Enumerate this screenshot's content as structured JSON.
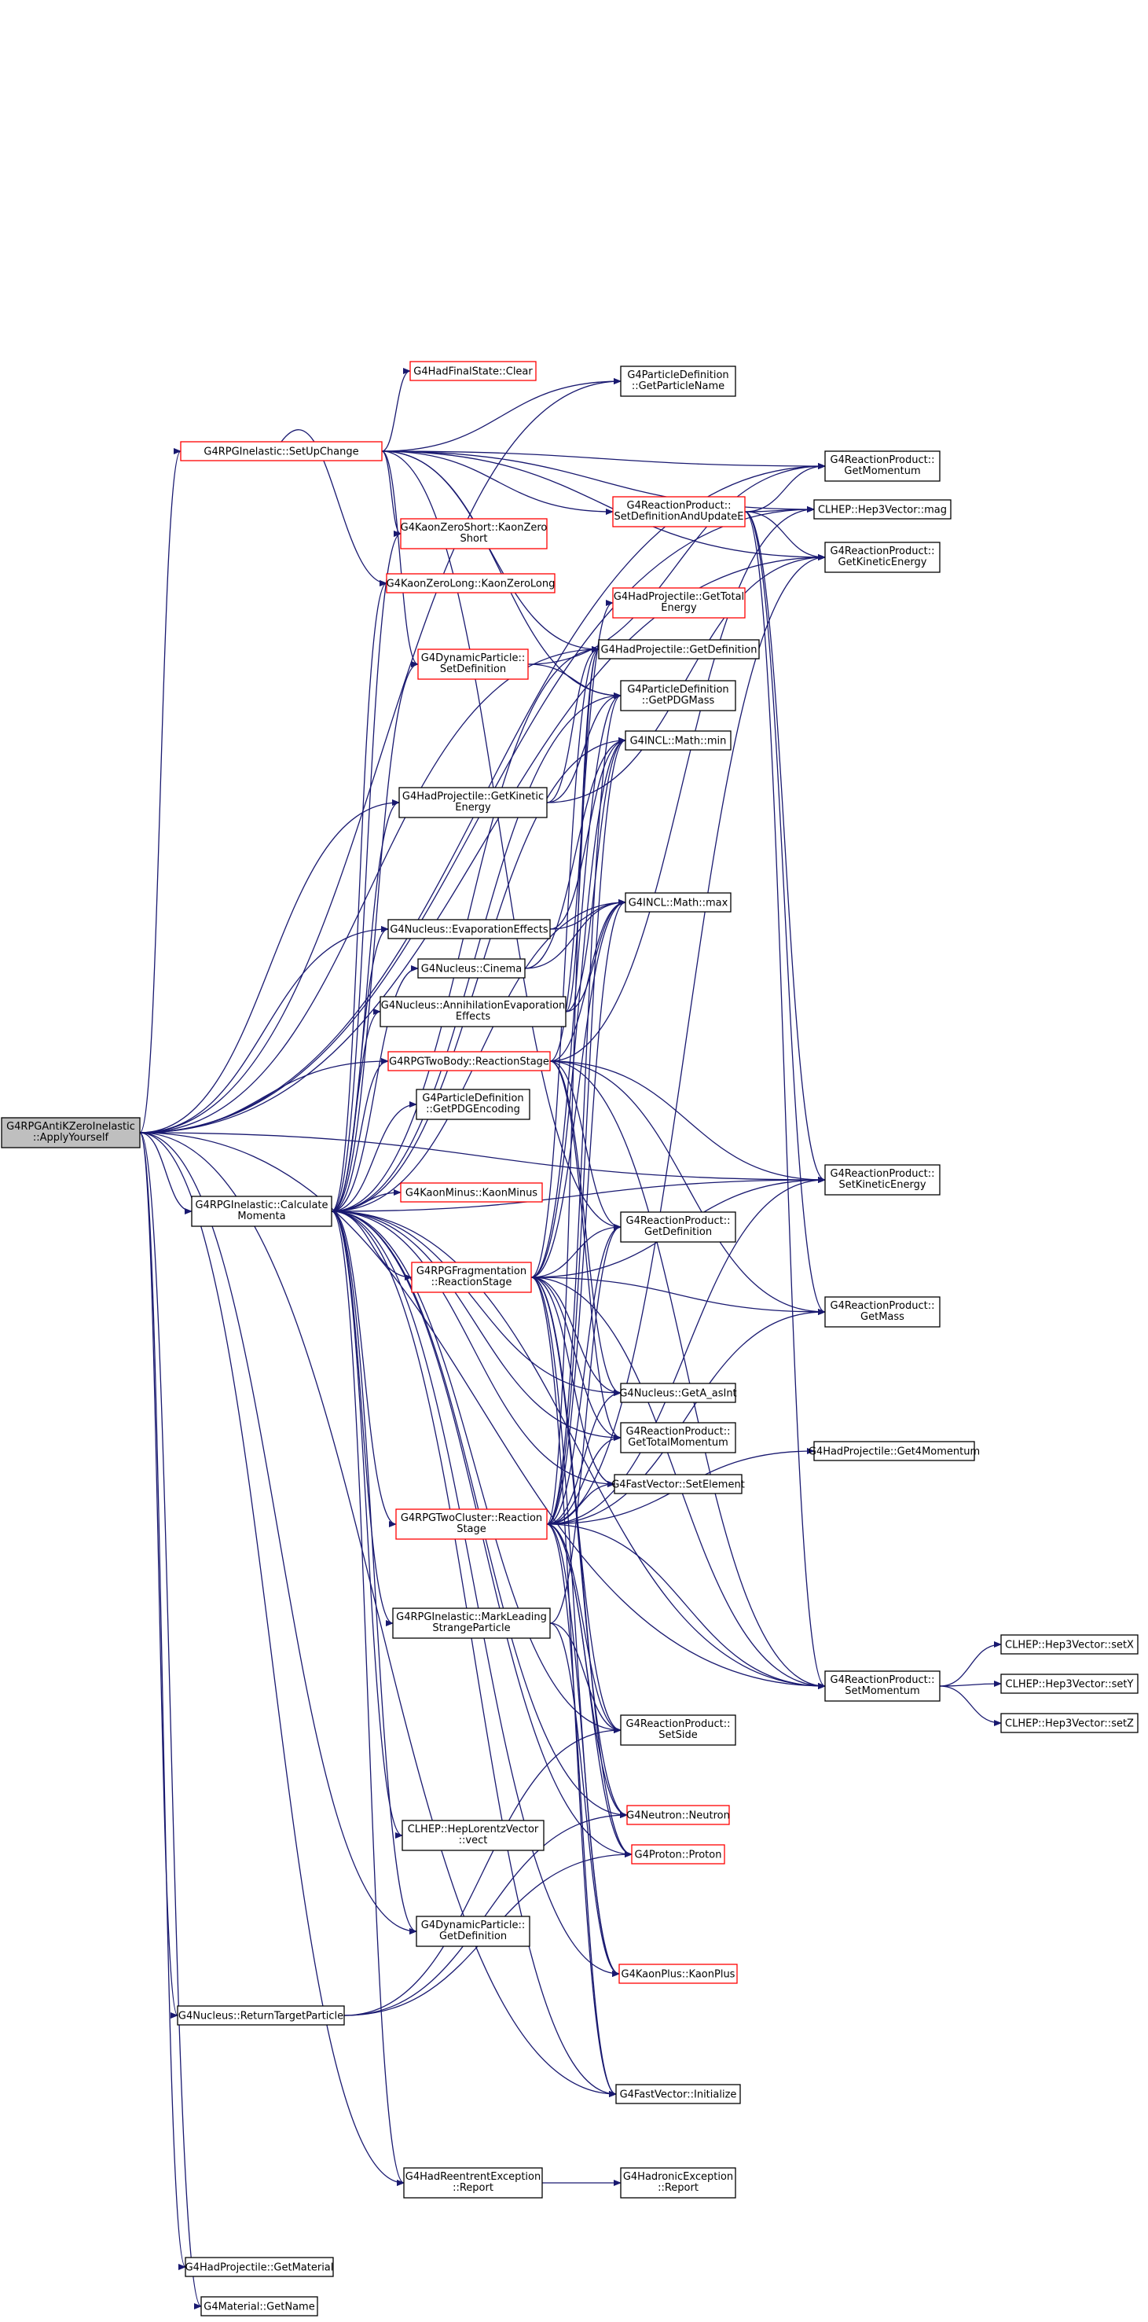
{
  "colors": {
    "edge": "#191970",
    "node_border": "#000000",
    "node_border_undocumented": "#ff0000",
    "root_fill": "#bfbfbf",
    "node_fill": "#ffffff"
  },
  "nodes": [
    {
      "id": "root",
      "lines": [
        "G4RPGAntiKZeroInelastic",
        "::ApplyYourself"
      ],
      "style": "root"
    },
    {
      "id": "calc",
      "lines": [
        "G4RPGInelastic::Calculate",
        "Momenta"
      ],
      "style": "normal"
    },
    {
      "id": "setup",
      "lines": [
        "G4RPGInelastic::SetUpChange"
      ],
      "style": "red"
    },
    {
      "id": "retTarget",
      "lines": [
        "G4Nucleus::ReturnTargetParticle"
      ],
      "style": "normal"
    },
    {
      "id": "hadReport",
      "lines": [
        "G4HadReentrentException",
        "::Report"
      ],
      "style": "normal"
    },
    {
      "id": "getMaterial",
      "lines": [
        "G4HadProjectile::GetMaterial"
      ],
      "style": "normal"
    },
    {
      "id": "matGetName",
      "lines": [
        "G4Material::GetName"
      ],
      "style": "normal"
    },
    {
      "id": "clear",
      "lines": [
        "G4HadFinalState::Clear"
      ],
      "style": "red"
    },
    {
      "id": "k0short",
      "lines": [
        "G4KaonZeroShort::KaonZero",
        "Short"
      ],
      "style": "red"
    },
    {
      "id": "k0long",
      "lines": [
        "G4KaonZeroLong::KaonZeroLong"
      ],
      "style": "red"
    },
    {
      "id": "dynSetDef",
      "lines": [
        "G4DynamicParticle::",
        "SetDefinition"
      ],
      "style": "red"
    },
    {
      "id": "projGetKE",
      "lines": [
        "G4HadProjectile::GetKinetic",
        "Energy"
      ],
      "style": "normal"
    },
    {
      "id": "evapEff",
      "lines": [
        "G4Nucleus::EvaporationEffects"
      ],
      "style": "normal"
    },
    {
      "id": "cinema",
      "lines": [
        "G4Nucleus::Cinema"
      ],
      "style": "normal"
    },
    {
      "id": "annEvap",
      "lines": [
        "G4Nucleus::AnnihilationEvaporation",
        "Effects"
      ],
      "style": "normal"
    },
    {
      "id": "twoBody",
      "lines": [
        "G4RPGTwoBody::ReactionStage"
      ],
      "style": "red"
    },
    {
      "id": "pdgEnc",
      "lines": [
        "G4ParticleDefinition",
        "::GetPDGEncoding"
      ],
      "style": "normal"
    },
    {
      "id": "kminus",
      "lines": [
        "G4KaonMinus::KaonMinus"
      ],
      "style": "red"
    },
    {
      "id": "frag",
      "lines": [
        "G4RPGFragmentation",
        "::ReactionStage"
      ],
      "style": "red"
    },
    {
      "id": "twoCluster",
      "lines": [
        "G4RPGTwoCluster::Reaction",
        "Stage"
      ],
      "style": "red"
    },
    {
      "id": "markLeading",
      "lines": [
        "G4RPGInelastic::MarkLeading",
        "StrangeParticle"
      ],
      "style": "normal"
    },
    {
      "id": "lorentzVect",
      "lines": [
        "CLHEP::HepLorentzVector",
        "::vect"
      ],
      "style": "normal"
    },
    {
      "id": "dynGetDef",
      "lines": [
        "G4DynamicParticle::",
        "GetDefinition"
      ],
      "style": "normal"
    },
    {
      "id": "pdGetName",
      "lines": [
        "G4ParticleDefinition",
        "::GetParticleName"
      ],
      "style": "normal"
    },
    {
      "id": "rpSetDefE",
      "lines": [
        "G4ReactionProduct::",
        "SetDefinitionAndUpdateE"
      ],
      "style": "red"
    },
    {
      "id": "projTotE",
      "lines": [
        "G4HadProjectile::GetTotal",
        "Energy"
      ],
      "style": "red"
    },
    {
      "id": "projGetDef",
      "lines": [
        "G4HadProjectile::GetDefinition"
      ],
      "style": "normal"
    },
    {
      "id": "pdgMass",
      "lines": [
        "G4ParticleDefinition",
        "::GetPDGMass"
      ],
      "style": "normal"
    },
    {
      "id": "mathMin",
      "lines": [
        "G4INCL::Math::min"
      ],
      "style": "normal"
    },
    {
      "id": "mathMax",
      "lines": [
        "G4INCL::Math::max"
      ],
      "style": "normal"
    },
    {
      "id": "rpGetDef",
      "lines": [
        "G4ReactionProduct::",
        "GetDefinition"
      ],
      "style": "normal"
    },
    {
      "id": "getAasInt",
      "lines": [
        "G4Nucleus::GetA_asInt"
      ],
      "style": "normal"
    },
    {
      "id": "rpTotMom",
      "lines": [
        "G4ReactionProduct::",
        "GetTotalMomentum"
      ],
      "style": "normal"
    },
    {
      "id": "fvSetElem",
      "lines": [
        "G4FastVector::SetElement"
      ],
      "style": "normal"
    },
    {
      "id": "rpSetSide",
      "lines": [
        "G4ReactionProduct::",
        "SetSide"
      ],
      "style": "normal"
    },
    {
      "id": "neutron",
      "lines": [
        "G4Neutron::Neutron"
      ],
      "style": "red"
    },
    {
      "id": "proton",
      "lines": [
        "G4Proton::Proton"
      ],
      "style": "red"
    },
    {
      "id": "kplus",
      "lines": [
        "G4KaonPlus::KaonPlus"
      ],
      "style": "red"
    },
    {
      "id": "fvInit",
      "lines": [
        "G4FastVector::Initialize"
      ],
      "style": "normal"
    },
    {
      "id": "hadExcReport",
      "lines": [
        "G4HadronicException",
        "::Report"
      ],
      "style": "normal"
    },
    {
      "id": "rpGetMom",
      "lines": [
        "G4ReactionProduct::",
        "GetMomentum"
      ],
      "style": "normal"
    },
    {
      "id": "vecMag",
      "lines": [
        "CLHEP::Hep3Vector::mag"
      ],
      "style": "normal"
    },
    {
      "id": "rpGetKE",
      "lines": [
        "G4ReactionProduct::",
        "GetKineticEnergy"
      ],
      "style": "normal"
    },
    {
      "id": "rpSetKE",
      "lines": [
        "G4ReactionProduct::",
        "SetKineticEnergy"
      ],
      "style": "normal"
    },
    {
      "id": "rpGetMass",
      "lines": [
        "G4ReactionProduct::",
        "GetMass"
      ],
      "style": "normal"
    },
    {
      "id": "proj4Mom",
      "lines": [
        "G4HadProjectile::Get4Momentum"
      ],
      "style": "normal"
    },
    {
      "id": "rpSetMom",
      "lines": [
        "G4ReactionProduct::",
        "SetMomentum"
      ],
      "style": "normal"
    },
    {
      "id": "setX",
      "lines": [
        "CLHEP::Hep3Vector::setX"
      ],
      "style": "normal"
    },
    {
      "id": "setY",
      "lines": [
        "CLHEP::Hep3Vector::setY"
      ],
      "style": "normal"
    },
    {
      "id": "setZ",
      "lines": [
        "CLHEP::Hep3Vector::setZ"
      ],
      "style": "normal"
    }
  ],
  "edges": [
    [
      "root",
      "calc"
    ],
    [
      "root",
      "setup"
    ],
    [
      "root",
      "retTarget"
    ],
    [
      "root",
      "hadReport"
    ],
    [
      "root",
      "getMaterial"
    ],
    [
      "root",
      "matGetName"
    ],
    [
      "root",
      "dynGetDef"
    ],
    [
      "root",
      "pdGetName"
    ],
    [
      "root",
      "rpGetMom"
    ],
    [
      "root",
      "vecMag"
    ],
    [
      "root",
      "rpGetKE"
    ],
    [
      "root",
      "rpSetKE"
    ],
    [
      "root",
      "rpSetMom"
    ],
    [
      "root",
      "projGetKE"
    ],
    [
      "root",
      "evapEff"
    ],
    [
      "root",
      "twoBody"
    ],
    [
      "root",
      "projGetDef"
    ],
    [
      "root",
      "fvInit"
    ],
    [
      "setup",
      "clear"
    ],
    [
      "setup",
      "k0short"
    ],
    [
      "setup",
      "k0long"
    ],
    [
      "setup",
      "dynSetDef"
    ],
    [
      "setup",
      "pdGetName"
    ],
    [
      "setup",
      "rpSetDefE"
    ],
    [
      "setup",
      "rpGetMom"
    ],
    [
      "setup",
      "vecMag"
    ],
    [
      "setup",
      "rpGetKE"
    ],
    [
      "setup",
      "projGetDef"
    ],
    [
      "setup",
      "pdgMass"
    ],
    [
      "setup",
      "rpGetDef"
    ],
    [
      "calc",
      "projGetKE"
    ],
    [
      "calc",
      "evapEff"
    ],
    [
      "calc",
      "cinema"
    ],
    [
      "calc",
      "annEvap"
    ],
    [
      "calc",
      "twoBody"
    ],
    [
      "calc",
      "pdgEnc"
    ],
    [
      "calc",
      "kminus"
    ],
    [
      "calc",
      "frag"
    ],
    [
      "calc",
      "twoCluster"
    ],
    [
      "calc",
      "markLeading"
    ],
    [
      "calc",
      "lorentzVect"
    ],
    [
      "calc",
      "dynGetDef"
    ],
    [
      "calc",
      "hadReport"
    ],
    [
      "calc",
      "k0short"
    ],
    [
      "calc",
      "k0long"
    ],
    [
      "calc",
      "dynSetDef"
    ],
    [
      "calc",
      "projGetDef"
    ],
    [
      "calc",
      "pdgMass"
    ],
    [
      "calc",
      "mathMin"
    ],
    [
      "calc",
      "mathMax"
    ],
    [
      "calc",
      "getAasInt"
    ],
    [
      "calc",
      "rpTotMom"
    ],
    [
      "calc",
      "fvSetElem"
    ],
    [
      "calc",
      "rpSetKE"
    ],
    [
      "calc",
      "rpSetSide"
    ],
    [
      "calc",
      "neutron"
    ],
    [
      "calc",
      "proton"
    ],
    [
      "calc",
      "kplus"
    ],
    [
      "calc",
      "fvInit"
    ],
    [
      "calc",
      "rpSetMom"
    ],
    [
      "retTarget",
      "rpSetSide"
    ],
    [
      "retTarget",
      "neutron"
    ],
    [
      "retTarget",
      "proton"
    ],
    [
      "hadReport",
      "hadExcReport"
    ],
    [
      "dynSetDef",
      "pdgMass"
    ],
    [
      "dynSetDef",
      "rpGetMom"
    ],
    [
      "projGetKE",
      "projGetDef"
    ],
    [
      "projGetKE",
      "pdgMass"
    ],
    [
      "projGetKE",
      "rpGetKE"
    ],
    [
      "evapEff",
      "mathMin"
    ],
    [
      "evapEff",
      "mathMax"
    ],
    [
      "cinema",
      "mathMax"
    ],
    [
      "cinema",
      "mathMin"
    ],
    [
      "annEvap",
      "mathMax"
    ],
    [
      "annEvap",
      "mathMin"
    ],
    [
      "annEvap",
      "projGetDef"
    ],
    [
      "twoBody",
      "rpGetDef"
    ],
    [
      "twoBody",
      "rpSetKE"
    ],
    [
      "twoBody",
      "rpGetMass"
    ],
    [
      "twoBody",
      "getAasInt"
    ],
    [
      "twoBody",
      "rpTotMom"
    ],
    [
      "twoBody",
      "mathMax"
    ],
    [
      "twoBody",
      "projTotE"
    ],
    [
      "twoBody",
      "rpSetMom"
    ],
    [
      "twoBody",
      "vecMag"
    ],
    [
      "frag",
      "rpGetDef"
    ],
    [
      "frag",
      "rpSetKE"
    ],
    [
      "frag",
      "rpGetMass"
    ],
    [
      "frag",
      "getAasInt"
    ],
    [
      "frag",
      "rpTotMom"
    ],
    [
      "frag",
      "fvSetElem"
    ],
    [
      "frag",
      "rpSetSide"
    ],
    [
      "frag",
      "neutron"
    ],
    [
      "frag",
      "proton"
    ],
    [
      "frag",
      "kplus"
    ],
    [
      "frag",
      "fvInit"
    ],
    [
      "frag",
      "mathMax"
    ],
    [
      "frag",
      "mathMin"
    ],
    [
      "frag",
      "pdgMass"
    ],
    [
      "frag",
      "rpSetMom"
    ],
    [
      "frag",
      "projGetDef"
    ],
    [
      "twoCluster",
      "rpGetDef"
    ],
    [
      "twoCluster",
      "rpSetKE"
    ],
    [
      "twoCluster",
      "rpGetMass"
    ],
    [
      "twoCluster",
      "getAasInt"
    ],
    [
      "twoCluster",
      "rpTotMom"
    ],
    [
      "twoCluster",
      "fvSetElem"
    ],
    [
      "twoCluster",
      "rpSetSide"
    ],
    [
      "twoCluster",
      "neutron"
    ],
    [
      "twoCluster",
      "proton"
    ],
    [
      "twoCluster",
      "kplus"
    ],
    [
      "twoCluster",
      "fvInit"
    ],
    [
      "twoCluster",
      "rpSetMom"
    ],
    [
      "twoCluster",
      "mathMax"
    ],
    [
      "twoCluster",
      "mathMin"
    ],
    [
      "twoCluster",
      "pdgMass"
    ],
    [
      "twoCluster",
      "proj4Mom"
    ],
    [
      "twoCluster",
      "projGetDef"
    ],
    [
      "twoCluster",
      "rpGetKE"
    ],
    [
      "markLeading",
      "rpGetDef"
    ],
    [
      "markLeading",
      "rpSetSide"
    ],
    [
      "markLeading",
      "kplus"
    ],
    [
      "rpSetDefE",
      "rpGetMom"
    ],
    [
      "rpSetDefE",
      "vecMag"
    ],
    [
      "rpSetDefE",
      "rpGetKE"
    ],
    [
      "rpSetDefE",
      "rpGetMass"
    ],
    [
      "rpSetDefE",
      "rpSetMom"
    ],
    [
      "rpSetDefE",
      "rpSetKE"
    ],
    [
      "rpSetMom",
      "setX"
    ],
    [
      "rpSetMom",
      "setY"
    ],
    [
      "rpSetMom",
      "setZ"
    ]
  ]
}
